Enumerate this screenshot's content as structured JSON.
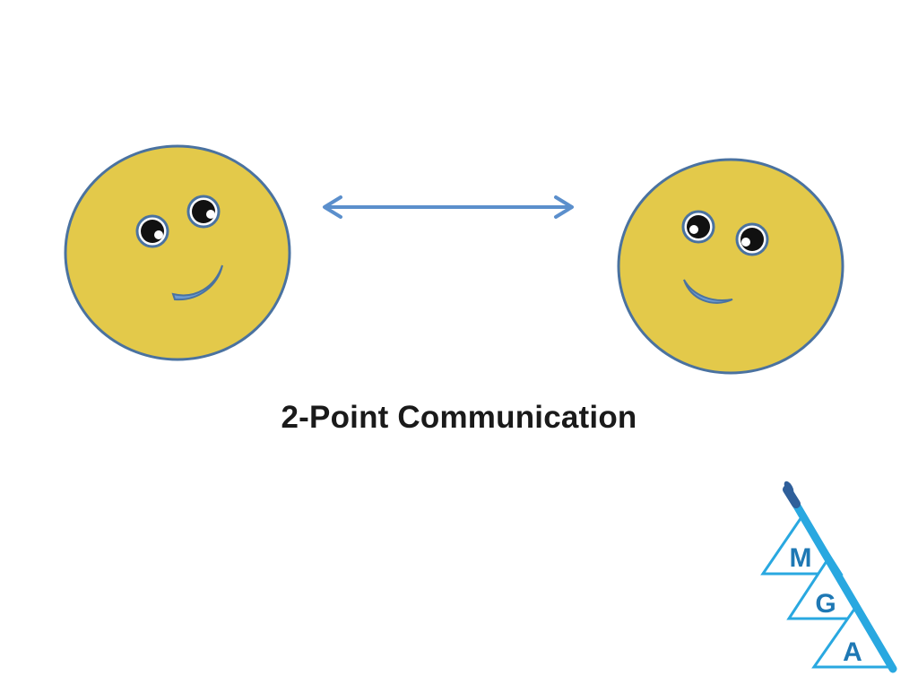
{
  "caption": "2-Point Communication",
  "logo": {
    "letters": [
      "M",
      "G",
      "A"
    ],
    "icon": "paintbrush-icon"
  },
  "colors": {
    "face_fill": "#e3c94a",
    "face_stroke": "#4a72a0",
    "arrow": "#5b8fcc",
    "logo_blue": "#29a8e0",
    "logo_text": "#1e78b4"
  },
  "diagram": {
    "left_node": "smiley-face",
    "right_node": "smiley-face",
    "connector": "double-headed-arrow"
  }
}
